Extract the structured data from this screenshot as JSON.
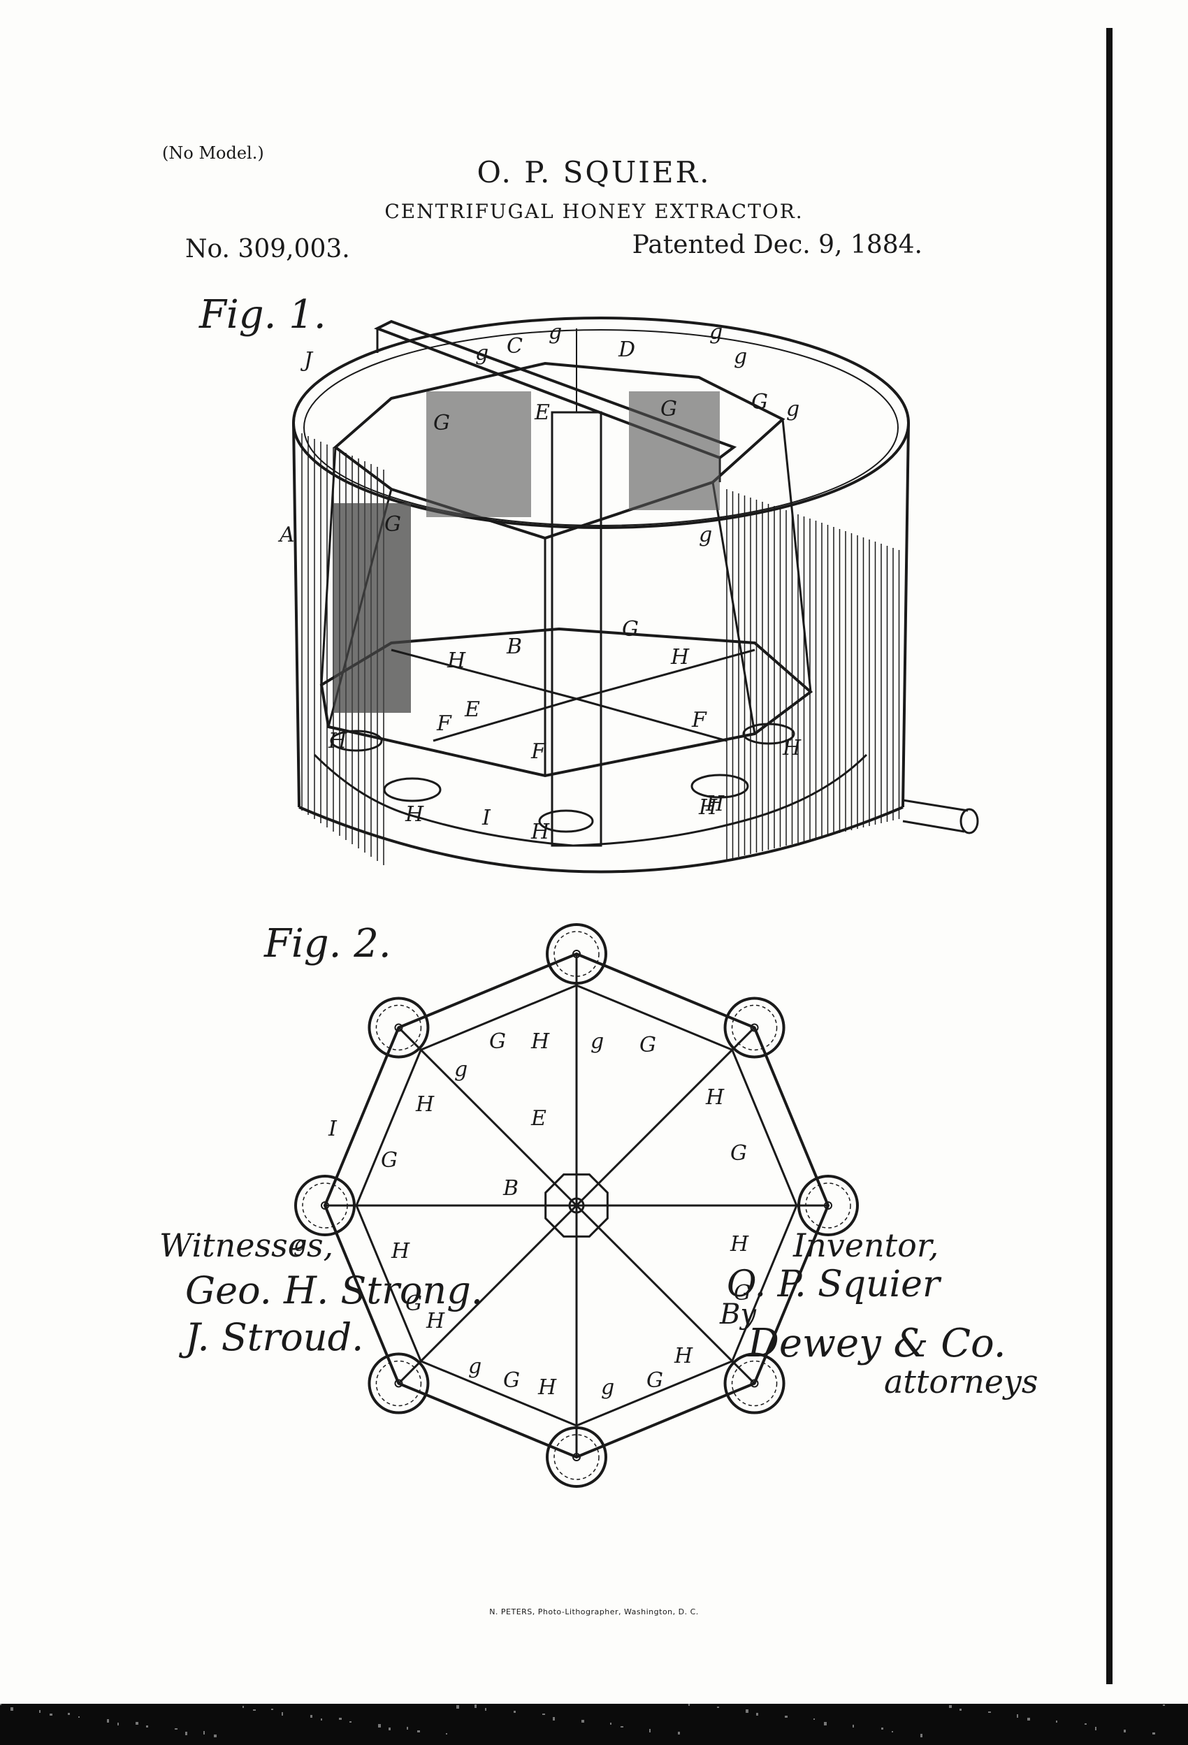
{
  "header": {
    "no_model": "(No Model.)",
    "inventor_name": "O. P. SQUIER.",
    "invention_title": "CENTRIFUGAL HONEY EXTRACTOR.",
    "patent_number": "No. 309,003.",
    "patent_date": "Patented Dec. 9, 1884."
  },
  "figures": {
    "fig1_label": "Fig. 1.",
    "fig2_label": "Fig. 2.",
    "fig1_letters": [
      "J",
      "C",
      "g",
      "D",
      "g",
      "g",
      "G",
      "g",
      "G",
      "E",
      "G",
      "g",
      "g",
      "G",
      "A",
      "B",
      "G",
      "H",
      "H",
      "E",
      "F",
      "F",
      "F",
      "H",
      "H",
      "H",
      "I",
      "H",
      "H",
      "H"
    ],
    "fig2_letters": [
      "G",
      "H",
      "g",
      "G",
      "g",
      "H",
      "E",
      "H",
      "G",
      "I",
      "G",
      "B",
      "g",
      "H",
      "H",
      "G",
      "G",
      "H",
      "H",
      "g",
      "G",
      "H",
      "g",
      "G"
    ]
  },
  "signatures": {
    "witnesses_label": "Witnesses,",
    "witness_1": "Geo. H. Strong.",
    "witness_2": "J. Stroud.",
    "inventor_label": "Inventor,",
    "inventor_signature": "O. P. Squier",
    "by_label": "By",
    "attorney_signature": "Dewey & Co.",
    "attorney_label": "attorneys"
  },
  "footer": {
    "printer_credit": "N. PETERS, Photo-Lithographer, Washington, D. C."
  },
  "colors": {
    "ink": "#1a1a1a",
    "paper": "#fdfdfb"
  }
}
